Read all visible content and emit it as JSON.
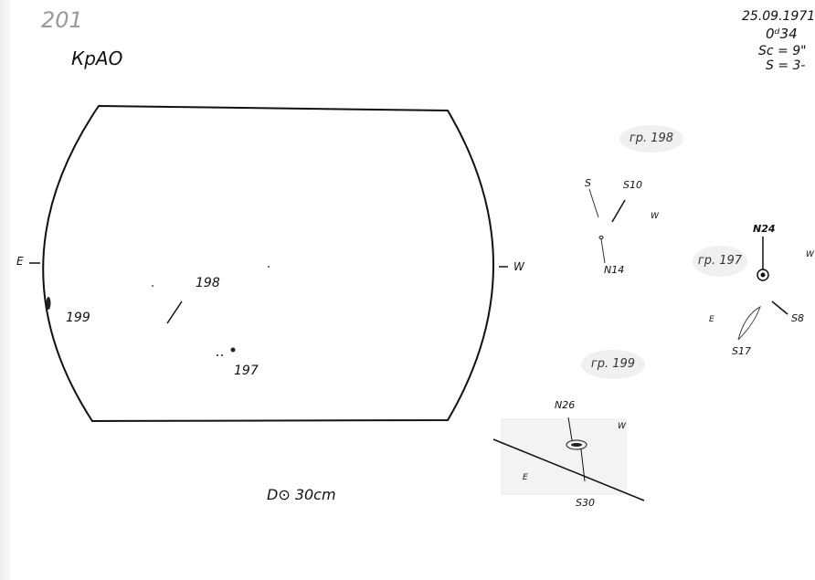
{
  "header": {
    "sheet_number": "201",
    "observatory": "КрАО",
    "date": "25.09.1971",
    "time": "0ᵈ34",
    "seeing": "Sc = 9\"",
    "quality": "S = 3-"
  },
  "disk": {
    "east_label": "E",
    "west_label": "W",
    "groups": [
      {
        "label": "198"
      },
      {
        "label": "199"
      },
      {
        "label": "197"
      }
    ],
    "diameter_note": "D⊙ 30cm"
  },
  "details": {
    "group_198": {
      "tag": "гр. 198",
      "labels": [
        "S",
        "S10",
        "N14",
        "W"
      ]
    },
    "group_197": {
      "tag": "гр. 197",
      "labels": [
        "N24",
        "W",
        "E",
        "S17",
        "S8"
      ]
    },
    "group_199": {
      "tag": "гр. 199",
      "labels": [
        "N26",
        "W",
        "E",
        "S30"
      ]
    }
  }
}
